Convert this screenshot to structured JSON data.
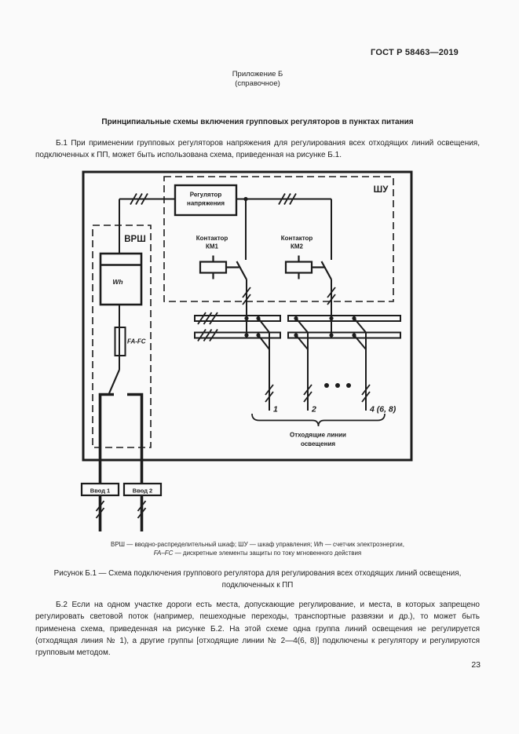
{
  "page": {
    "header": "ГОСТ Р 58463—2019",
    "appendix": {
      "title": "Приложение Б",
      "subtitle": "(справочное)"
    },
    "section_title": "Принципиальные схемы включения групповых регуляторов в пунктах питания",
    "paragraph_b1": "Б.1 При применении групповых регуляторов напряжения для регулирования всех отходящих линий освещения, подключенных к ПП, может быть использована схема, приведенная на рисунке Б.1.",
    "paragraph_b2": "Б.2 Если на одном участке дороги есть места, допускающие регулирование, и места, в которых запрещено регулировать световой поток (например, пешеходные переходы, транспортные развязки и др.), то может быть применена схема, приведенная на рисунке Б.2. На этой схеме одна группа линий освещения не регулируется (отходящая линия № 1), а другие группы [отходящие линии № 2—4(6, 8)] подключены к регулятору и регулируются групповым методом.",
    "legend": {
      "line1_prefix": "ВРШ — вводно-распределительный шкаф; ШУ — шкаф управления; ",
      "line1_italic": "Wh",
      "line1_suffix": " — счетчик электроэнергии,",
      "line2_italic": "FA–FC",
      "line2_suffix": " — дискретные элементы защиты по току мгновенного действия"
    },
    "figure_caption": {
      "line1": "Рисунок Б.1 — Схема подключения группового регулятора для регулирования всех отходящих линий освещения,",
      "line2": "подключенных к ПП"
    },
    "page_number": "23"
  },
  "diagram": {
    "shu_label": "ШУ",
    "vrsh_label": "ВРШ",
    "regulator": {
      "line1": "Регулятор",
      "line2": "напряжения"
    },
    "contactor1": {
      "line1": "Контактор",
      "line2": "КМ1"
    },
    "contactor2": {
      "line1": "Контактор",
      "line2": "КМ2"
    },
    "meter_label": "Wh",
    "breaker_label": "FA-FC",
    "outgoing_numbers": {
      "n1": "1",
      "n2": "2",
      "n3": "4 (6, 8)"
    },
    "outgoing_caption": {
      "line1": "Отходящие линии",
      "line2": "освещения"
    },
    "input1_label": "Ввод 1",
    "input2_label": "Ввод 2",
    "colors": {
      "ink": "#1c1c1c",
      "paper": "#fafafa"
    }
  }
}
